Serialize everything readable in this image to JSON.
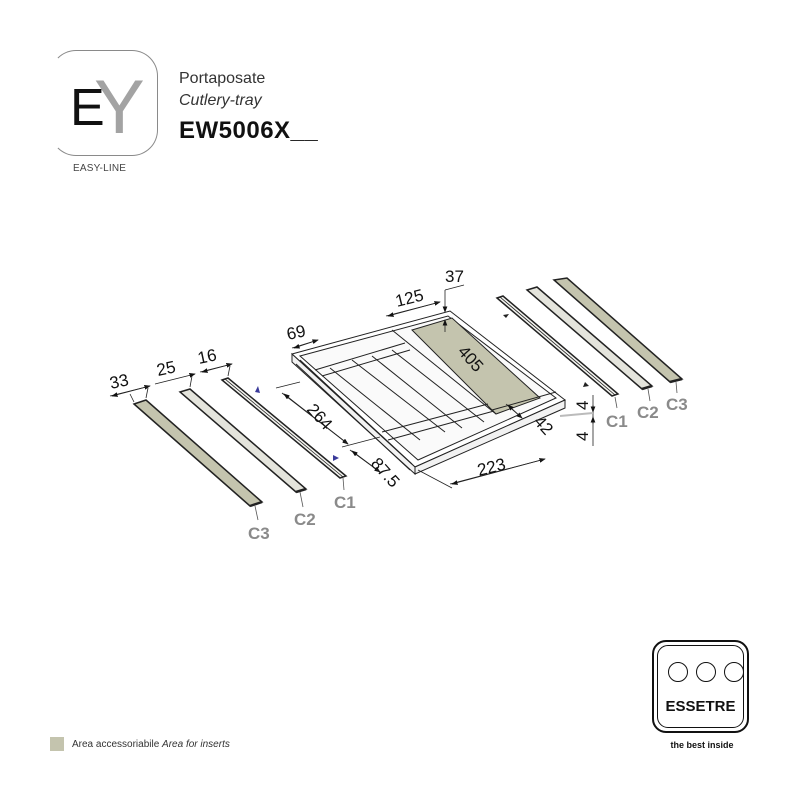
{
  "header": {
    "logo": {
      "letter_e": "E",
      "letter_y": "Y",
      "caption": "EASY-LINE"
    },
    "title_it": "Portaposate",
    "title_en": "Cutlery-tray",
    "product_code": "EW5006X__"
  },
  "diagram": {
    "dimensions": {
      "width_c3": "33",
      "width_c2": "25",
      "width_c1": "16",
      "compartment_width": "69",
      "top_width": "125",
      "top_offset": "37",
      "insert_length": "405",
      "side_length": "264",
      "side_offset": "87.5",
      "front_width": "223",
      "front_offset": "42",
      "thickness_top": "4",
      "thickness_bottom": "4"
    },
    "strip_labels_left": [
      "C3",
      "C2",
      "C1"
    ],
    "strip_labels_right": [
      "C1",
      "C2",
      "C3"
    ],
    "colors": {
      "insert_area": "#c4c4ae",
      "strip_c2": "#e4e4dc",
      "strip_c1": "#f4f4f0",
      "line": "#222222",
      "label_gray": "#8a8a8a",
      "arrow_blue": "#3a3a9a"
    }
  },
  "legend": {
    "swatch_color": "#c4c4ae",
    "label_it": "Area accessoriabile",
    "label_en": "Area for inserts"
  },
  "brand": {
    "name": "ESSETRE",
    "tagline": "the best inside"
  }
}
